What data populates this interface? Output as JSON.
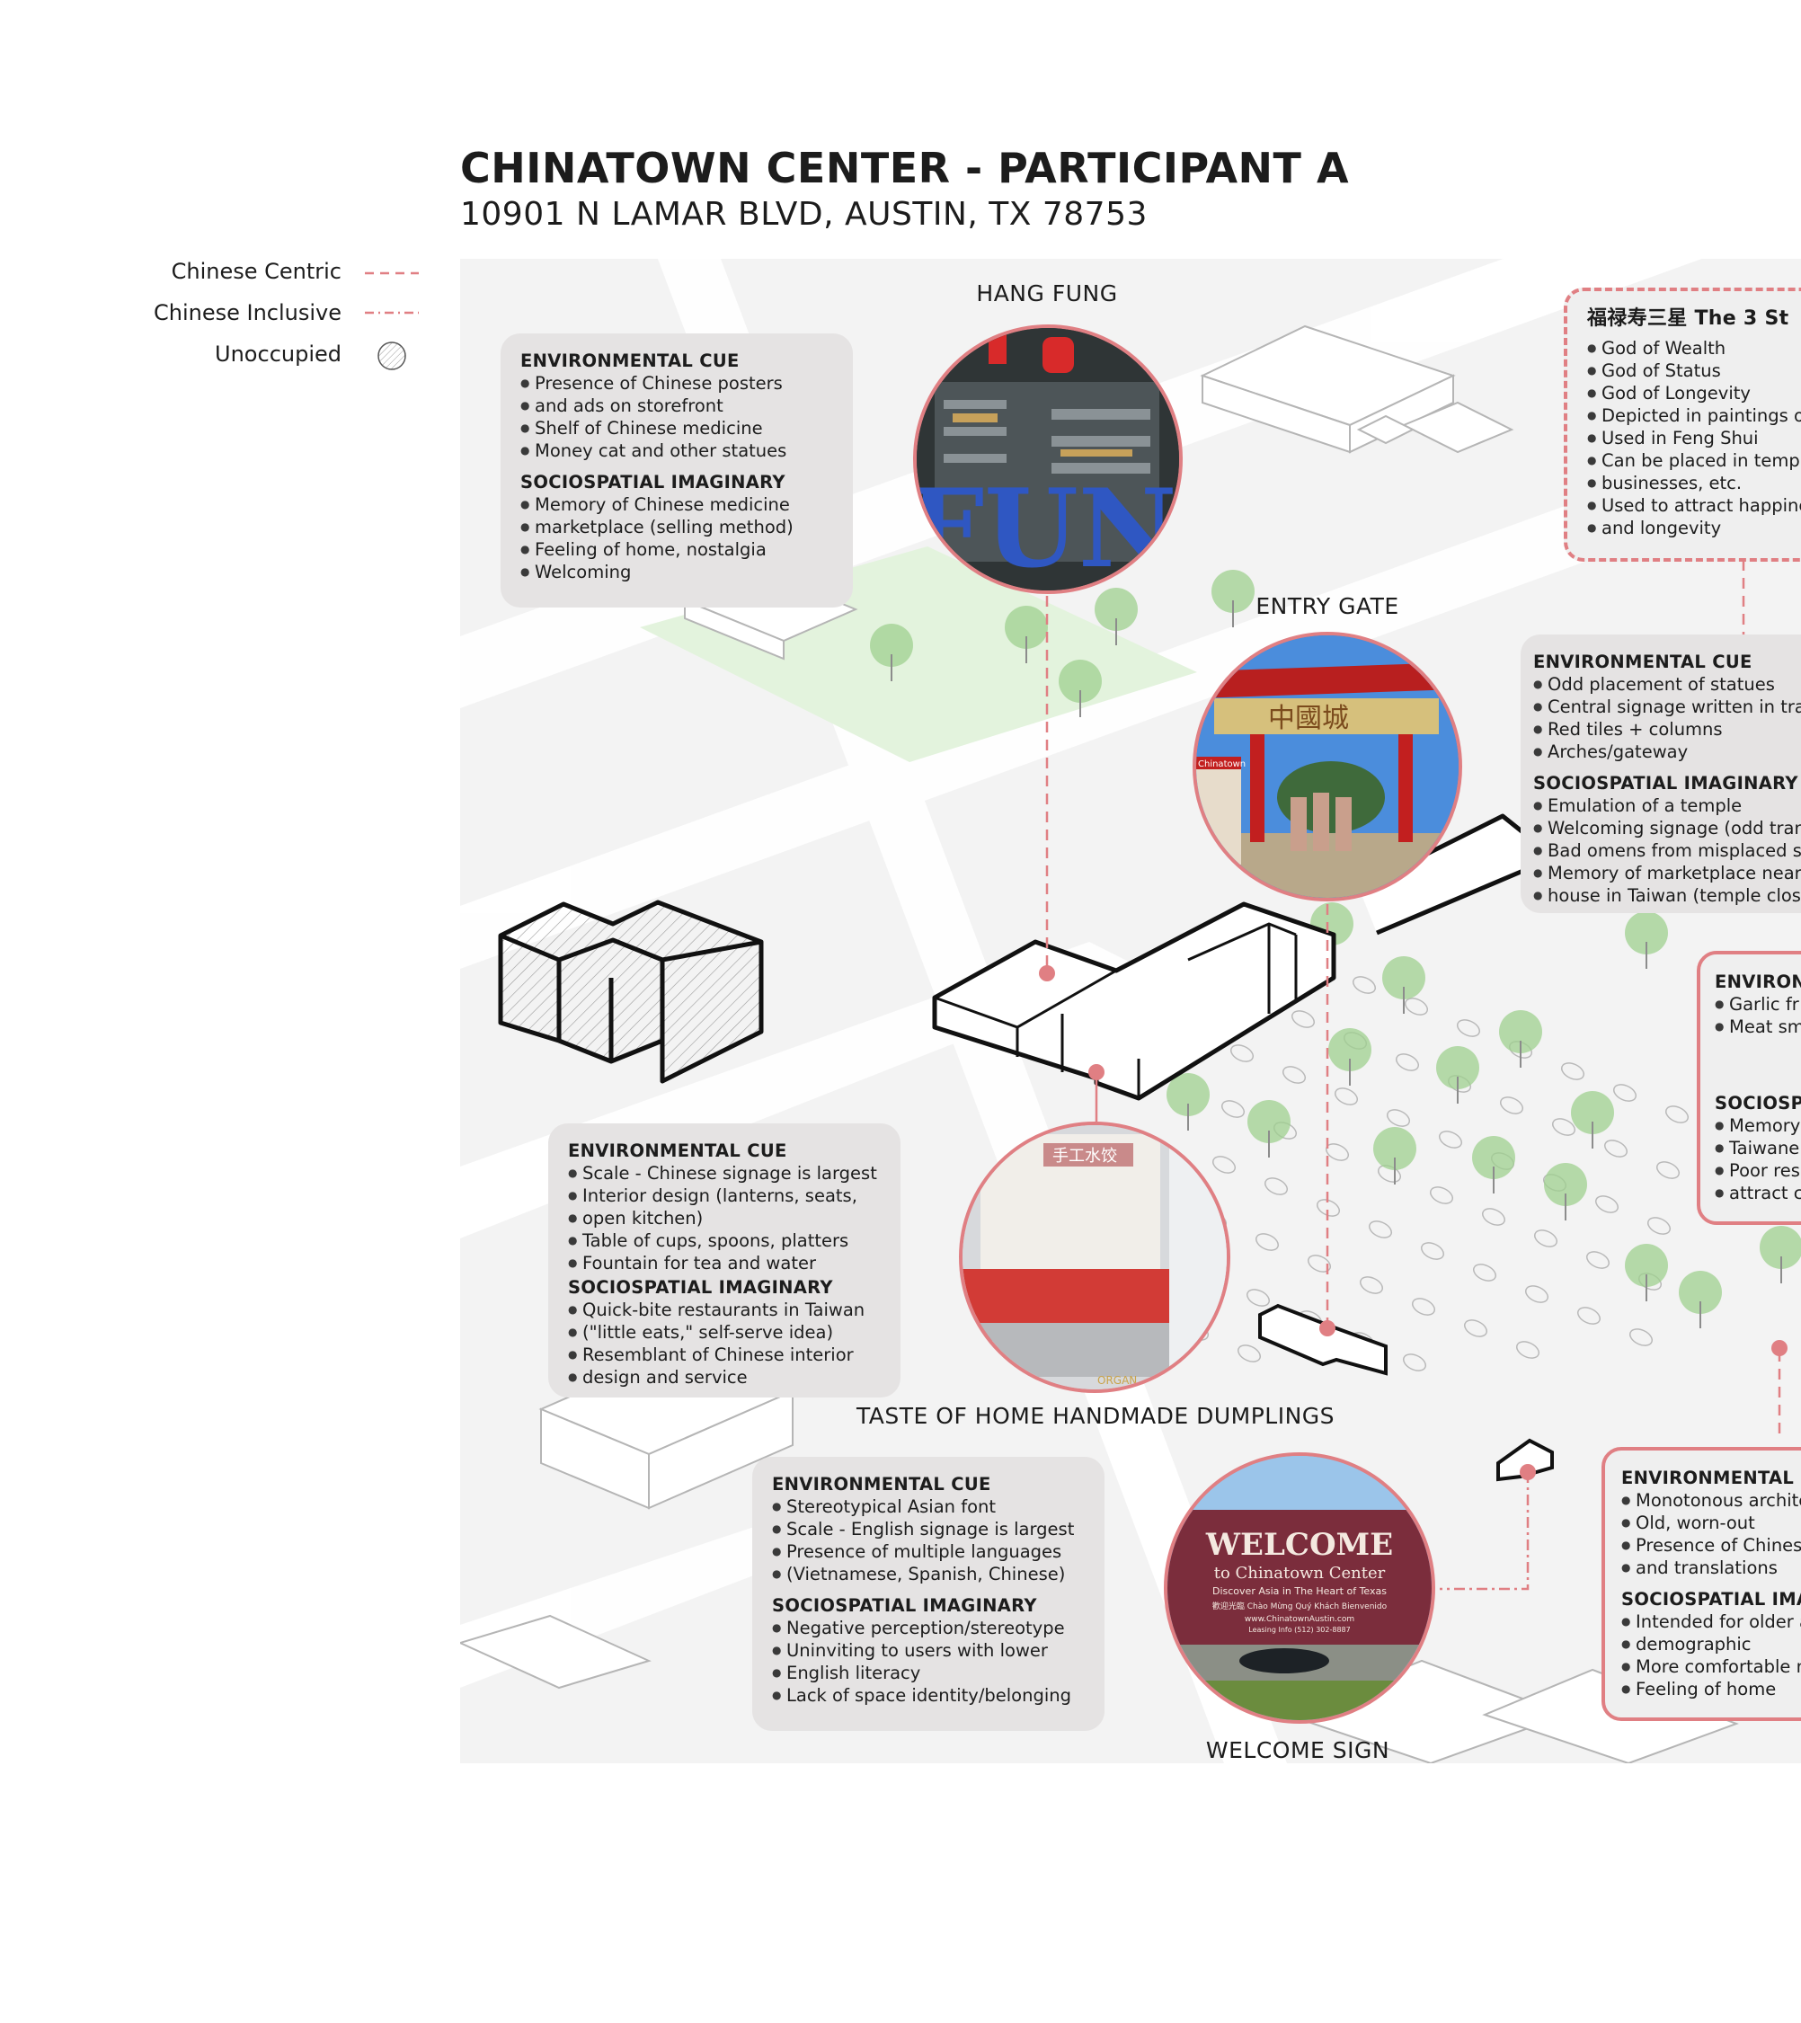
{
  "header": {
    "title": "CHINATOWN CENTER - PARTICIPANT A",
    "subtitle": "10901 N LAMAR BLVD, AUSTIN, TX 78753"
  },
  "legend": [
    {
      "label": "Chinese Centric",
      "style": "dashed"
    },
    {
      "label": "Chinese Inclusive",
      "style": "dash-dot"
    },
    {
      "label": "Unoccupied",
      "style": "hatched-circle"
    }
  ],
  "colors": {
    "accent": "#e07f83",
    "card": "#e5e3e3",
    "ground": "#f3f3f3"
  },
  "places": {
    "hang_fung": "HANG FUNG",
    "entry_gate": "ENTRY GATE",
    "dumplings": "TASTE OF HOME HANDMADE DUMPLINGS",
    "welcome_sign": "WELCOME SIGN"
  },
  "photos": {
    "hang_fung": {
      "sign_text": "FUN"
    },
    "entry_gate": {
      "sign_text": "中國城",
      "small_sign": "Chinatown"
    },
    "dumplings": {
      "sign_text": "手工水饺",
      "bottom_text": "ORGAN"
    },
    "welcome_sign": {
      "line1": "WELCOME",
      "line2": "to Chinatown Center",
      "line3": "Discover Asia in The Heart of Texas",
      "line4": "歡迎光臨   Chào Mừng Quý Khách   Bienvenido",
      "line5": "www.ChinatownAustin.com",
      "line6": "Leasing Info (512) 302-8887"
    }
  },
  "cards": {
    "hang_fung": {
      "env_head": "ENVIRONMENTAL CUE",
      "env": [
        "Presence of Chinese posters",
        "and ads on storefront",
        "Shelf of Chinese medicine",
        "Money cat and other statues"
      ],
      "soc_head": "SOCIOSPATIAL IMAGINARY",
      "soc": [
        "Memory of Chinese medicine",
        "marketplace (selling method)",
        "Feeling of home, nostalgia",
        "Welcoming"
      ]
    },
    "three_stars": {
      "head": "福禄寿三星   The 3 St",
      "items": [
        "God of Wealth",
        "God of Status",
        "God of Longevity",
        "Depicted in paintings or a",
        "Used in Feng Shui",
        "Can be placed in temples",
        "businesses, etc.",
        "Used to attract happiness",
        "and longevity"
      ]
    },
    "entry_gate": {
      "env_head": "ENVIRONMENTAL CUE",
      "env": [
        "Odd placement of statues",
        "Central signage written in tradi",
        "Red tiles + columns",
        "Arches/gateway"
      ],
      "soc_head": "SOCIOSPATIAL IMAGINARY",
      "soc": [
        "Emulation of a temple",
        "Welcoming signage (odd transl",
        "Bad omens from misplaced sta",
        "Memory of marketplace near gr",
        "house in Taiwan (temple closeb"
      ]
    },
    "right_mid": {
      "env_head": "ENVIRONM",
      "env": [
        "Garlic fr",
        "Meat sm"
      ],
      "soc_head": "SOCIOSPA",
      "soc": [
        "Memory",
        "Taiwane",
        "Poor res",
        "attract c"
      ]
    },
    "dumplings": {
      "env_head": "ENVIRONMENTAL CUE",
      "env": [
        "Scale - Chinese signage is largest",
        "Interior design (lanterns, seats,",
        "open kitchen)",
        "Table of cups, spoons, platters",
        "Fountain for tea and water"
      ],
      "soc_head": "SOCIOSPATIAL IMAGINARY",
      "soc": [
        "Quick-bite restaurants in Taiwan",
        "(\"little eats,\" self-serve idea)",
        "Resemblant of Chinese interior",
        "design and service"
      ]
    },
    "welcome_sign": {
      "env_head": "ENVIRONMENTAL CUE",
      "env": [
        "Stereotypical Asian font",
        "Scale - English signage is largest",
        "Presence of multiple languages",
        "(Vietnamese, Spanish, Chinese)"
      ],
      "soc_head": "SOCIOSPATIAL IMAGINARY",
      "soc": [
        "Negative perception/stereotype",
        "Uninviting to users with lower",
        "English literacy",
        "Lack of space identity/belonging"
      ]
    },
    "bottom_right": {
      "env_head": "ENVIRONMENTAL CUE",
      "env": [
        "Monotonous archite",
        "Old, worn-out",
        "Presence of Chinese",
        "and translations"
      ],
      "soc_head": "SOCIOSPATIAL IMAGIN",
      "soc": [
        "Intended for older a",
        "demographic",
        "More comfortable n",
        "Feeling of home"
      ]
    }
  }
}
